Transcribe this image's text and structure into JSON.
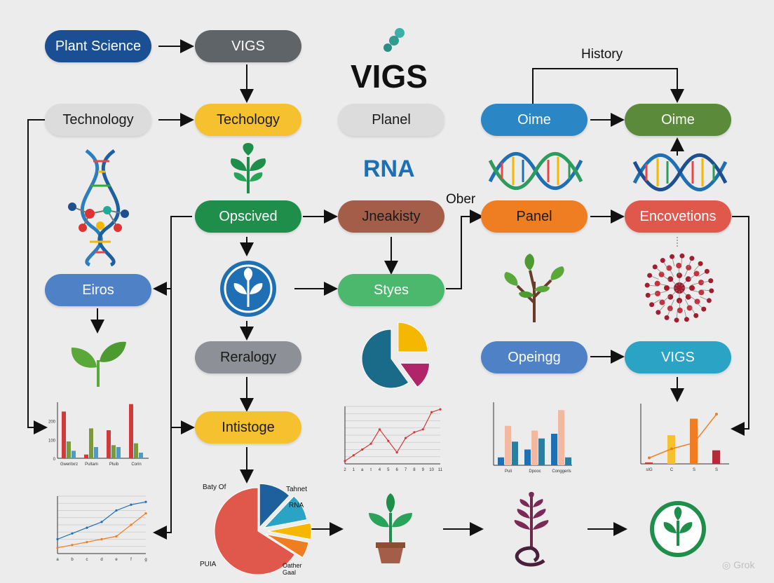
{
  "title": "VIGS",
  "rna_label": "RNA",
  "history_label": "History",
  "ober_label": "Ober",
  "watermark": "Grok",
  "nodes": {
    "plant_science": "Plant Science",
    "vigs_top": "VIGS",
    "technology_grey": "Technology",
    "techology_yellow": "Techology",
    "planel": "Planel",
    "oime_blue": "Oime",
    "oime_green": "Oime",
    "opscived": "Opscived",
    "jneakisty": "Jneakisty",
    "panel": "Panel",
    "encovetions": "Encovetions",
    "eiros": "Eiros",
    "styes": "Styes",
    "reralogy": "Reralogy",
    "opeingg": "Opeingg",
    "vigs_lower": "VIGS",
    "intistoge": "Intistoge"
  },
  "colors": {
    "navy": "#1b4f93",
    "dark_grey": "#5f6469",
    "light_grey": "#dcdcdc",
    "yellow": "#f6c12f",
    "blue": "#2b86c5",
    "olive_green": "#5a8a3a",
    "green": "#1e8e4a",
    "brown": "#a35d48",
    "orange": "#ef7e22",
    "red": "#e0574c",
    "mid_blue": "#4f81c7",
    "light_green": "#4cb86e",
    "slate": "#8d9096",
    "teal": "#2aa3c4"
  },
  "pie_labels": {
    "top_left": "Baty Of",
    "top_right": "Tahnet",
    "rna": "RNA",
    "bottom_left": "PUIA",
    "bottom_right": "Oather\nGaal"
  },
  "chart_data": [
    {
      "type": "bar",
      "categories": [
        "Gweritxrz",
        "Pultam",
        "Pluib",
        "Corin"
      ],
      "series": [
        {
          "values": [
            250,
            20,
            150,
            290
          ]
        },
        {
          "values": [
            90,
            160,
            70,
            80
          ]
        },
        {
          "values": [
            40,
            60,
            60,
            30
          ]
        }
      ],
      "ylim": [
        0,
        300
      ],
      "yticks": [
        "",
        "200",
        "100",
        "0"
      ]
    },
    {
      "type": "line",
      "x": [
        "2",
        "1",
        "a",
        "t",
        "4",
        "5",
        "6",
        "7",
        "8",
        "9",
        "10",
        "11"
      ],
      "values": [
        2,
        6,
        10,
        14,
        24,
        16,
        8,
        18,
        22,
        24,
        36,
        38
      ],
      "ylim": [
        0,
        40
      ]
    },
    {
      "type": "bar",
      "categories": [
        "Puli",
        "Dpooc",
        "Conggerls"
      ],
      "series": [
        {
          "values": [
            5,
            10,
            20
          ]
        },
        {
          "values": [
            25,
            22,
            35
          ]
        },
        {
          "values": [
            15,
            17,
            5
          ]
        }
      ],
      "ylim": [
        0,
        40
      ]
    },
    {
      "type": "bar",
      "categories": [
        "sIG",
        "C",
        "S",
        "S"
      ],
      "series": [
        {
          "values": [
            1,
            19,
            30,
            9
          ]
        }
      ],
      "line": [
        4,
        10,
        14,
        33
      ],
      "ylim": [
        0,
        40
      ]
    },
    {
      "type": "line",
      "x": [
        "a",
        "b",
        "c",
        "d",
        "e",
        "f",
        "g"
      ],
      "series": [
        {
          "values": [
            10,
            14,
            18,
            22,
            30,
            34,
            36
          ]
        },
        {
          "values": [
            4,
            6,
            8,
            10,
            12,
            20,
            28
          ]
        }
      ],
      "ylim": [
        0,
        40
      ]
    },
    {
      "type": "pie",
      "values": [
        25,
        15,
        60
      ]
    },
    {
      "type": "pie",
      "values": [
        12,
        10,
        6,
        6,
        66
      ]
    }
  ]
}
